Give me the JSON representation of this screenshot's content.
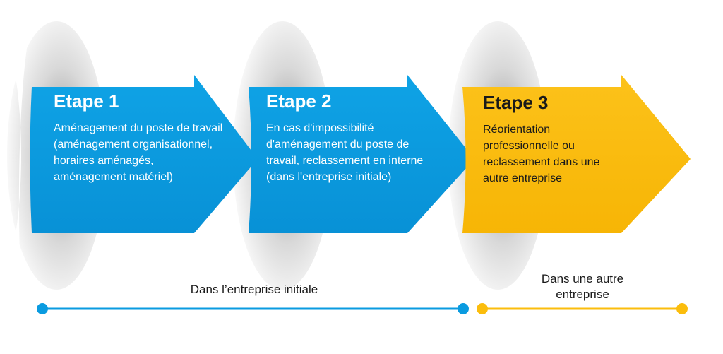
{
  "colors": {
    "blue": "#0a9be0",
    "blue_dark": "#0a84c4",
    "yellow": "#fbbd0d",
    "yellow_dark": "#e9a800"
  },
  "steps": [
    {
      "title": "Etape 1",
      "description": "Aménagement du poste de travail (aménagement organisationnel, horaires aménagés, aménagement matériel)"
    },
    {
      "title": "Etape 2",
      "description": "En cas d'impossibilité d'aménagement du poste de travail, reclassement en interne (dans l'entreprise initiale)"
    },
    {
      "title": "Etape 3",
      "description": "Réorientation professionnelle ou reclassement dans une autre entreprise"
    }
  ],
  "timeline": {
    "initial_label": "Dans l’entreprise initiale",
    "other_label": "Dans une autre entreprise"
  }
}
